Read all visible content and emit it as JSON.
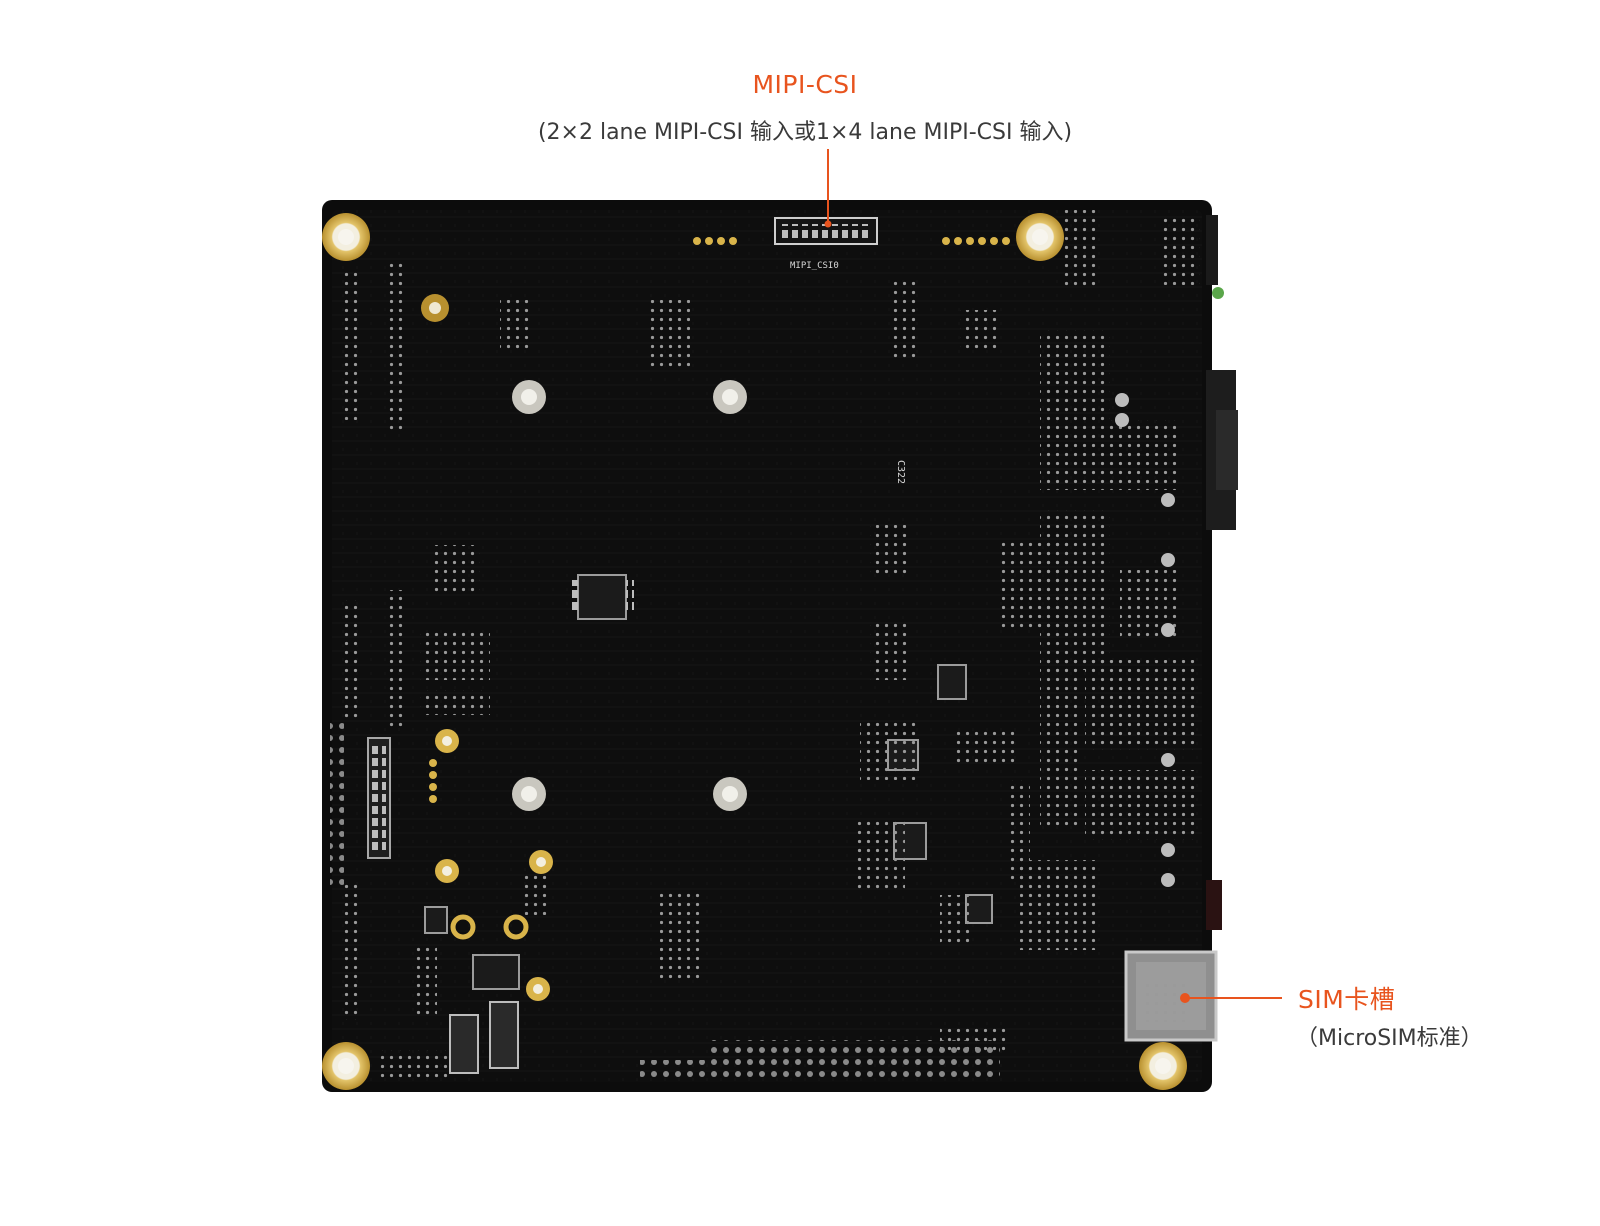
{
  "callouts": {
    "mipi": {
      "title": "MIPI-CSI",
      "subtitle": "(2×2 lane MIPI-CSI 输入或1×4 lane MIPI-CSI 输入)"
    },
    "sim": {
      "title": "SIM卡槽",
      "subtitle": "（MicroSIM标准）"
    }
  },
  "board_labels": {
    "connector": "MIPI_CSI0",
    "chip": "C322"
  },
  "colors": {
    "accent": "#e8541e",
    "pcb": "#0d0d0d",
    "gold": "#d9b44a"
  }
}
